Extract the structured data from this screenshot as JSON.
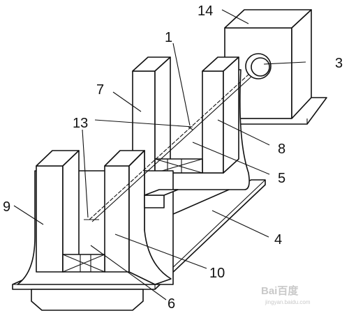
{
  "labels": [
    {
      "id": "part-14",
      "text": "14"
    },
    {
      "id": "part-3",
      "text": "3"
    },
    {
      "id": "part-1",
      "text": "1"
    },
    {
      "id": "part-7",
      "text": "7"
    },
    {
      "id": "part-13",
      "text": "13"
    },
    {
      "id": "part-8",
      "text": "8"
    },
    {
      "id": "part-5",
      "text": "5"
    },
    {
      "id": "part-9",
      "text": "9"
    },
    {
      "id": "part-4",
      "text": "4"
    },
    {
      "id": "part-10",
      "text": "10"
    },
    {
      "id": "part-6",
      "text": "6"
    }
  ],
  "watermark": {
    "brand": "Bai百度",
    "sub": "jingyan.baidu.com"
  }
}
